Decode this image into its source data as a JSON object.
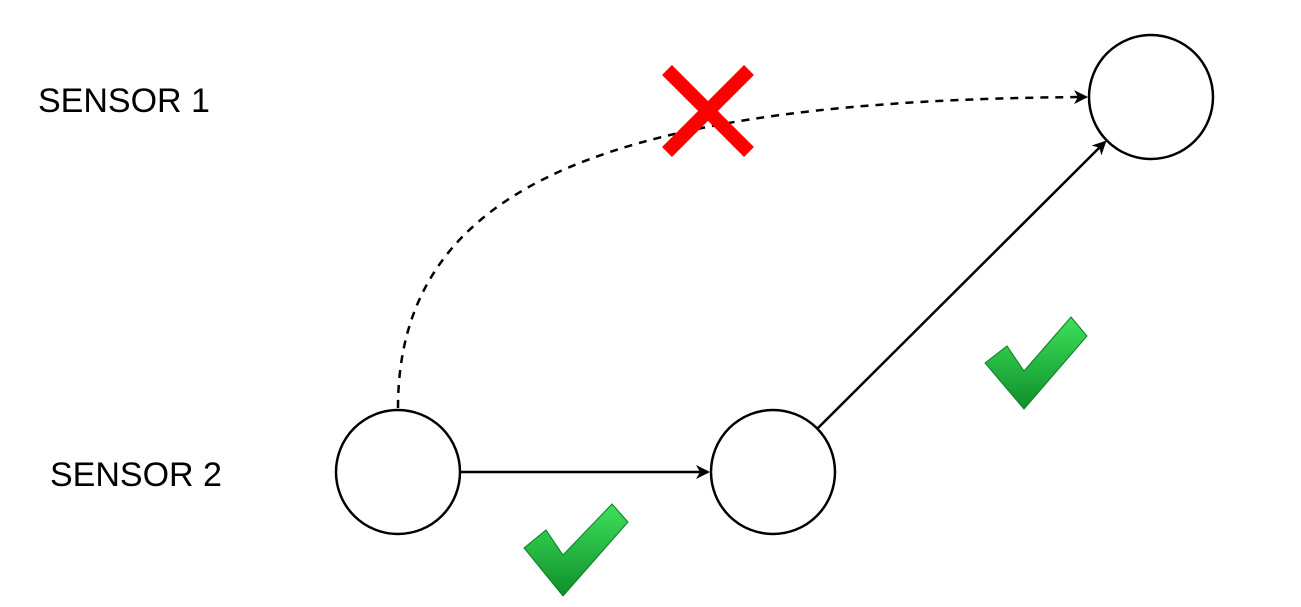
{
  "lanes": [
    {
      "label": "SENSOR 1"
    },
    {
      "label": "SENSOR 2"
    }
  ],
  "nodes": [
    {
      "id": "sensor2-node-a",
      "lane": "SENSOR 2"
    },
    {
      "id": "sensor2-node-b",
      "lane": "SENSOR 2"
    },
    {
      "id": "sensor1-node-a",
      "lane": "SENSOR 1"
    }
  ],
  "edges": [
    {
      "from": "sensor2-node-a",
      "to": "sensor2-node-b",
      "style": "solid",
      "status": "allowed",
      "marker": "check-icon"
    },
    {
      "from": "sensor2-node-b",
      "to": "sensor1-node-a",
      "style": "solid",
      "status": "allowed",
      "marker": "check-icon"
    },
    {
      "from": "sensor2-node-a",
      "to": "sensor1-node-a",
      "style": "dashed",
      "status": "forbidden",
      "marker": "cross-icon"
    }
  ],
  "colors": {
    "line": "#000000",
    "node_fill": "#ffffff",
    "cross": "#ff0000",
    "check_light": "#33d14a",
    "check_dark": "#0e8f2a"
  }
}
